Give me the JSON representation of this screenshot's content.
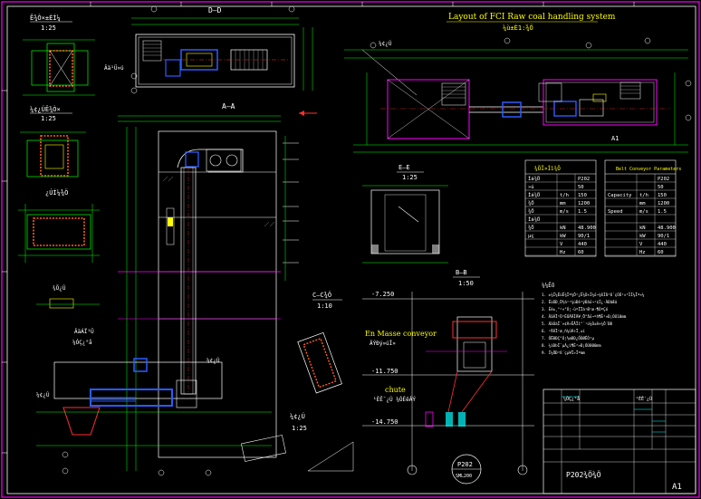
{
  "drawing": {
    "main_title": "Layout of FCI Raw coal handling system",
    "main_scale": "¼ù±È1:¾Ö",
    "views": {
      "top_left": {
        "label": "Ê¾Ò×±ÈÍ¼",
        "scale": "1:25"
      },
      "second_left": {
        "label": "¼¢¿ÚÊ¾Ò×",
        "scale": "1:25"
      },
      "third_left": {
        "label": "¿ÚÍ¼¾Ö"
      },
      "dd": {
        "label": "D—D"
      },
      "aa": {
        "label": "A—A"
      },
      "ee": {
        "label": "E—E",
        "scale": "1:25"
      },
      "bb": {
        "label": "B—B",
        "scale": "1:50"
      },
      "cc": {
        "label": "C—C¾Ö",
        "scale": "1:10"
      },
      "detail": {
        "label": "¼¢¿Ú",
        "scale": "1:25"
      }
    },
    "annotations": {
      "redler": "En Masse conveyor",
      "redler_sub": "ÂÝÐý»úÎ»",
      "chute": "chute",
      "chute_sub": "¹ÈÊ¯¿Ú ¼ÓÈëÂÝ",
      "level_1": "-7.250",
      "level_2": "-11.750",
      "level_3": "-14.750",
      "elev_note": "¼¢¿Ú",
      "callout_1": "Âä¹Ü»ú",
      "tag_p202": "P202",
      "tag_sub": "SML200",
      "tag_a1": "A1",
      "nozzle": "¾Ö¿Ú",
      "drawing_no": "P202¾Ö¾Ö",
      "hopper": "ÂäÁÏ¹Ü",
      "plate": "¼ÓÇ¿°å"
    },
    "params_table_1": {
      "title": "¾ÖÎ»Íì¾Ö",
      "rows": [
        [
          "Ìá¾Ö",
          "",
          "P202"
        ],
        [
          "»ú",
          "",
          "50"
        ],
        [
          "Ìá¾Ö",
          "t/h",
          "150"
        ],
        [
          "¾Ö",
          "mm",
          "1200"
        ],
        [
          "¾Ö",
          "m/s",
          "1.5"
        ],
        [
          "Ìá¾Ö",
          "",
          ""
        ],
        [
          "¾Ö",
          "kN",
          "48.900"
        ],
        [
          "µç",
          "kW",
          "90/1"
        ],
        [
          "",
          "V",
          "440"
        ],
        [
          "",
          "Hz",
          "60"
        ]
      ]
    },
    "params_table_2": {
      "title": "Belt Conveyor Parameters",
      "rows": [
        [
          "",
          "",
          "P202"
        ],
        [
          "",
          "",
          "50"
        ],
        [
          "Capacity",
          "t/h",
          "150"
        ],
        [
          "",
          "mm",
          "1200"
        ],
        [
          "Speed",
          "m/s",
          "1.5"
        ],
        [
          "",
          "",
          ""
        ],
        [
          "",
          "kN",
          "48.900"
        ],
        [
          "",
          "kW",
          "90/1"
        ],
        [
          "",
          "V",
          "440"
        ],
        [
          "",
          "Hz",
          "60"
        ]
      ]
    },
    "notes": {
      "title": "¼¼Êõ",
      "lines": [
        "1. ±¾Í¼ËùÊ¾Îª¾Ö²¿Ê¾Ò×Í¼£¬¾ßÌå³ß´çÒÔ¹¤³ÌÍ¼Îª×¼",
        "2. ËùÓÐ¸Ö½á¹¹¾ùÐè³ýÐâ£¬²¢Í¿·ÀÐâÆá",
        "3. Éè±¸°²×°Ó¦·ûºÏÏà¹Ø¹æ·¶ÒªÇó",
        "4. ÂäÁÏ¹Ü²ÉÓÃÄÍÄ¥¸Ö°å£¬ºñ¶È²»Ð¡ÓÚ10mm",
        "5. ÆäÓàÎ´×¢Ã÷ÊÂÏî°´¹ú¼Ò±ê×¼Ö´ÐÐ",
        "6. ²ÄÁÏ¹æ¸ñ¼ûÃ÷Ï¸±í",
        "7. ÔËÐÐÇ°Ó¦½øÐÐ¿ÕÔØÊÔ³µ",
        "8. ¼ìÐÞÍ¨µÀ¿í¶È²»Ð¡ÓÚ800mm",
        "9. Í¼ÖÐ³ß´çµ¥Î»Îªmm"
      ]
    },
    "title_block": {
      "drawing_title": "P202¾Ö¾Ö",
      "sheet": "A1",
      "legend_left": "¼ÓÇ¿°å",
      "legend_mid": "¹ÈÊ¯¿Ú"
    },
    "colors": {
      "background": "#000000",
      "frame": "#ff00ff",
      "white": "#ffffff",
      "green": "#00ff00",
      "yellow": "#ffff00",
      "cyan": "#00ffff",
      "red": "#ff3030",
      "blue": "#2a5cff",
      "magenta": "#ff00ff"
    }
  }
}
